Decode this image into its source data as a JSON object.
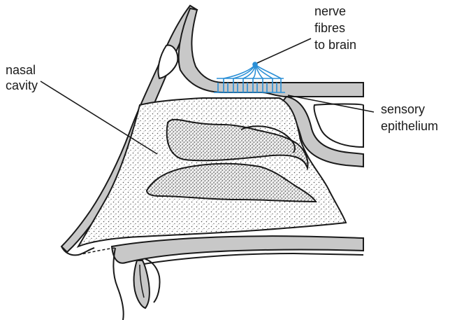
{
  "labels": {
    "nasal_cavity": [
      "nasal",
      "cavity"
    ],
    "nerve_fibres": [
      "nerve",
      "fibres",
      "to brain"
    ],
    "sensory_epithelium": [
      "sensory",
      "epithelium"
    ]
  },
  "colors": {
    "outline": "#1a1a1a",
    "bone_fill": "#c8c8c8",
    "stipple_fill": "#d9d9d9",
    "nerve": "#2a8fd6",
    "background": "#ffffff"
  }
}
